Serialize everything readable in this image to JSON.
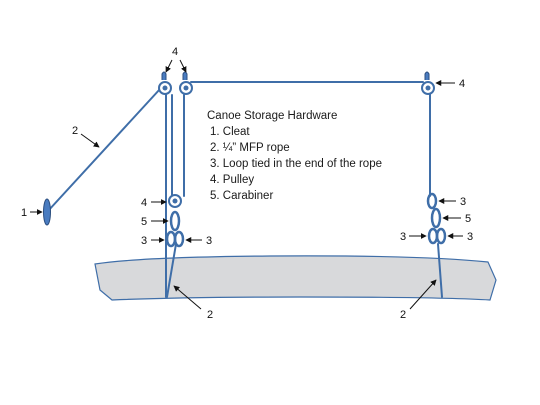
{
  "colors": {
    "rope": "#3f6ea8",
    "hardware_fill": "#4a7cc0",
    "hardware_stroke": "#2c4f80",
    "canoe_fill": "#d8d9db",
    "canoe_stroke": "#3f6ea8",
    "text": "#111111"
  },
  "legend": {
    "title": "Canoe Storage Hardware",
    "items": [
      "1.  Cleat",
      "2.  ¼” MFP rope",
      "3.  Loop tied in the end of the rope",
      "4.  Pulley",
      "5.  Carabiner"
    ]
  },
  "callouts": {
    "cleat": "1",
    "rope_left_diagonal": "2",
    "rope_left_bottom": "2",
    "rope_right_bottom": "2",
    "pulley_top_left": "4",
    "pulley_top_right": "4",
    "pulley_lower_left": "4",
    "carabiner_left": "5",
    "carabiner_right": "5",
    "loop_left_a": "3",
    "loop_left_b": "3",
    "loop_right_top": "3",
    "loop_right_a": "3",
    "loop_right_b": "3"
  }
}
